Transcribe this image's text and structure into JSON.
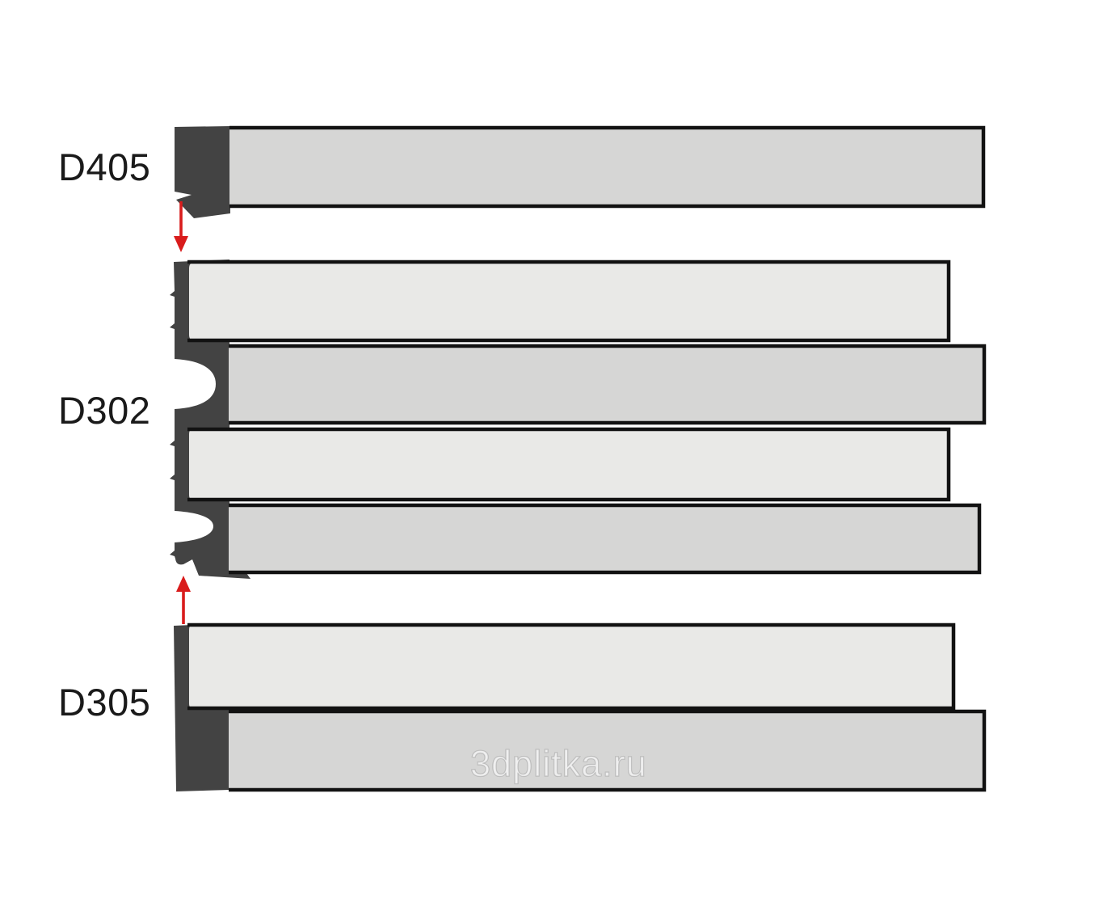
{
  "diagram": {
    "type": "panel-profile-cross-sections",
    "profiles": [
      {
        "label": "D405",
        "panels": 1
      },
      {
        "label": "D302",
        "panels": 4
      },
      {
        "label": "D305",
        "panels": 2
      }
    ],
    "arrows": [
      {
        "direction": "down",
        "between": "D405-D302"
      },
      {
        "direction": "up",
        "between": "D305-D302"
      }
    ],
    "watermark": "3dplitka.ru",
    "colors": {
      "background": "#ffffff",
      "profile_dark": "#434343",
      "panel_light": "#e9e9e7",
      "panel_mid": "#d6d6d5",
      "border": "#121212",
      "arrow_red": "#d91c1c",
      "label_text": "#1a1a1a"
    }
  }
}
